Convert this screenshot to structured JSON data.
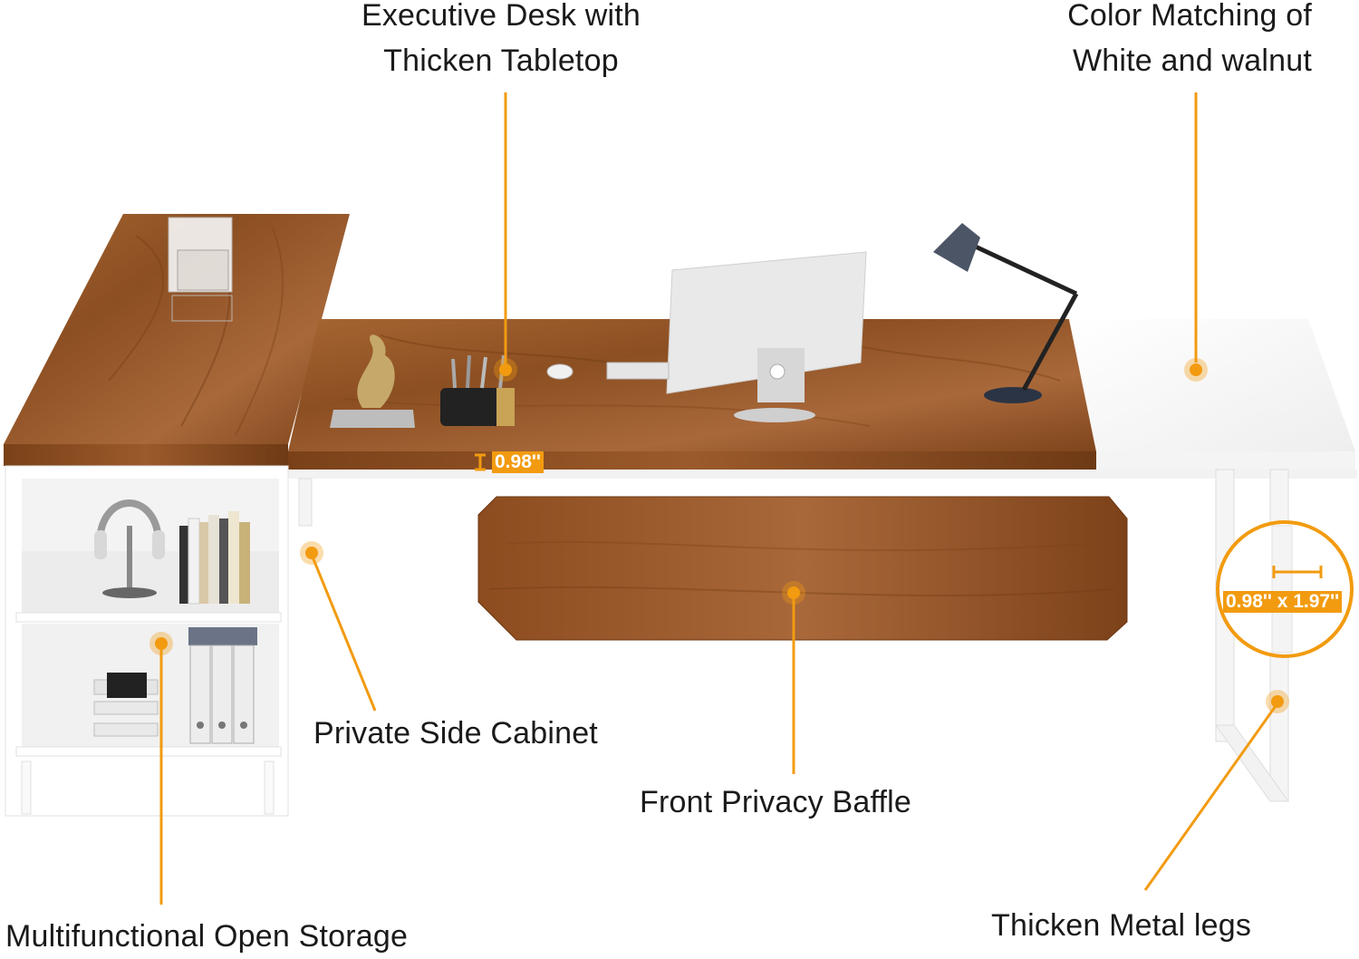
{
  "labels": {
    "executive_desk": [
      "Executive Desk with",
      "Thicken Tabletop"
    ],
    "color_matching": [
      "Color Matching of",
      "White and walnut"
    ],
    "private_cabinet": "Private Side Cabinet",
    "privacy_baffle": "Front Privacy Baffle",
    "open_storage": "Multifunctional Open Storage",
    "metal_legs": "Thicken Metal legs"
  },
  "dimensions": {
    "tabletop_thickness": "0.98''",
    "leg_size": "0.98'' x 1.97''"
  },
  "colors": {
    "accent": "#f29b10",
    "walnut": "#9a5a2a",
    "white": "#ffffff"
  }
}
